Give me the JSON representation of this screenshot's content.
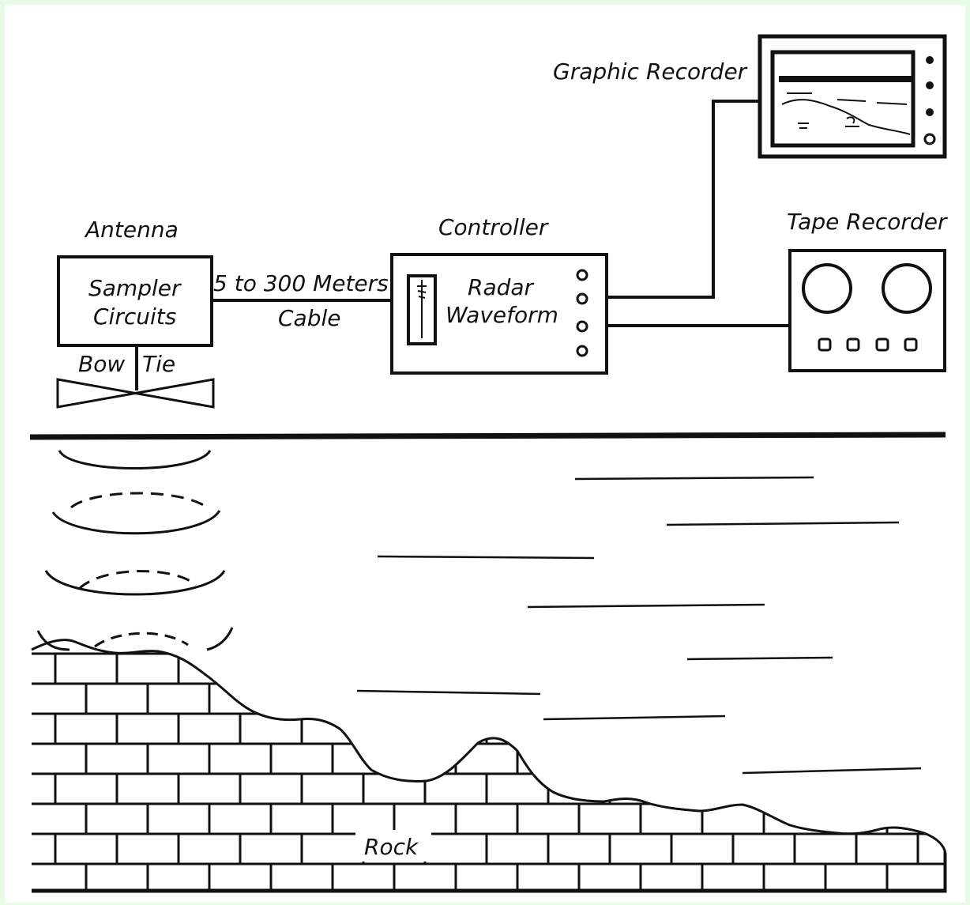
{
  "labels": {
    "graphic_recorder": "Graphic Recorder",
    "antenna": "Antenna",
    "controller": "Controller",
    "tape_recorder": "Tape Recorder",
    "sampler_line1": "Sampler",
    "sampler_line2": "Circuits",
    "cable_line1": "5 to 300 Meters",
    "cable_line2": "Cable",
    "radar_line1": "Radar",
    "radar_line2": "Waveform",
    "bow": "Bow",
    "tie": "Tie",
    "rock": "Rock"
  },
  "colors": {
    "background": "#e6fbe3",
    "panel": "#ffffff",
    "ink": "#111111"
  }
}
